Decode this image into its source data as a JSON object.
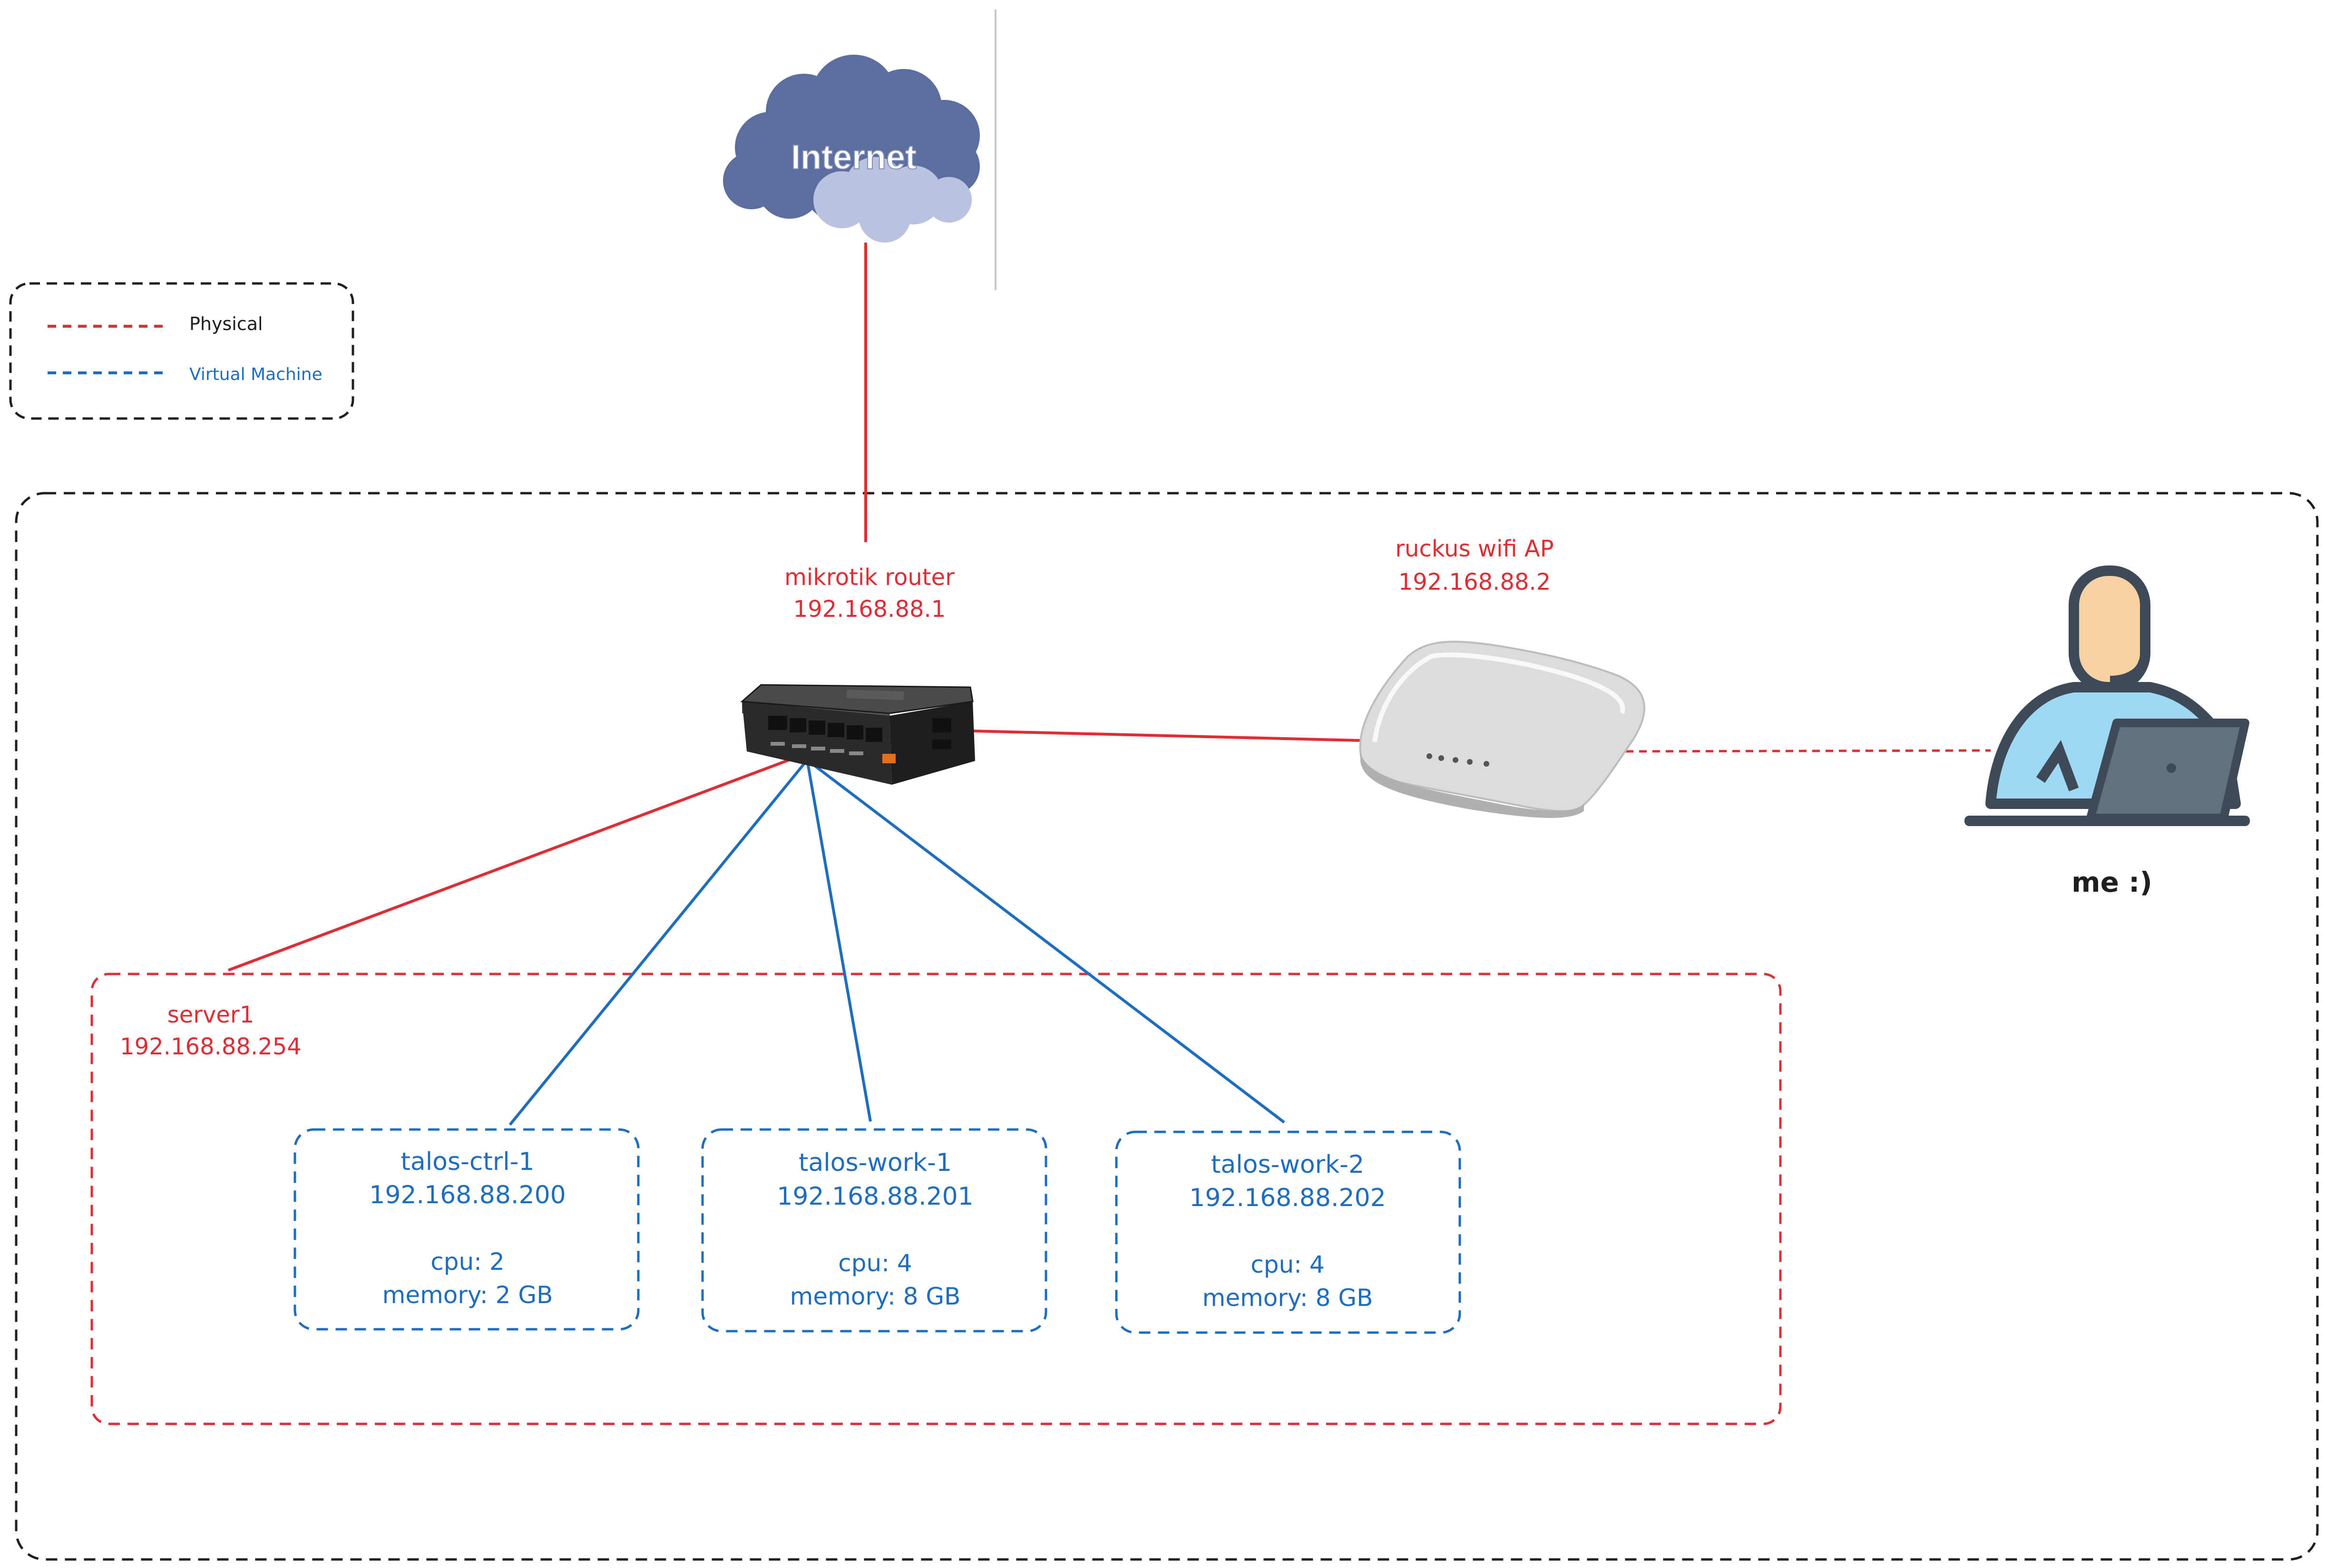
{
  "colors": {
    "physical": "#dc2e34",
    "virtual": "#1f6dbe",
    "neutral": "#1f1f1f",
    "cloud_dark": "#5c6da0",
    "cloud_light": "#b9c3df",
    "person_skin": "#f6d2a3",
    "person_shirt": "#9fd8f2",
    "person_outline": "#3f4a58",
    "laptop": "#62717f"
  },
  "legend": {
    "physical_label": "Physical",
    "virtual_label": "Virtual Machine"
  },
  "internet": {
    "label": "Internet",
    "icon": "cloud-icon"
  },
  "router": {
    "name": "mikrotik router",
    "ip": "192.168.88.1",
    "icon": "router-icon"
  },
  "access_point": {
    "name": "ruckus wifi AP",
    "ip": "192.168.88.2",
    "icon": "wifi-access-point-icon"
  },
  "user": {
    "label": "me :)",
    "icon": "person-laptop-icon"
  },
  "server": {
    "name": "server1",
    "ip": "192.168.88.254"
  },
  "vms": [
    {
      "name": "talos-ctrl-1",
      "ip": "192.168.88.200",
      "cpu": "cpu: 2",
      "memory": "memory: 2 GB"
    },
    {
      "name": "talos-work-1",
      "ip": "192.168.88.201",
      "cpu": "cpu: 4",
      "memory": "memory: 8 GB"
    },
    {
      "name": "talos-work-2",
      "ip": "192.168.88.202",
      "cpu": "cpu: 4",
      "memory": "memory: 8 GB"
    }
  ]
}
